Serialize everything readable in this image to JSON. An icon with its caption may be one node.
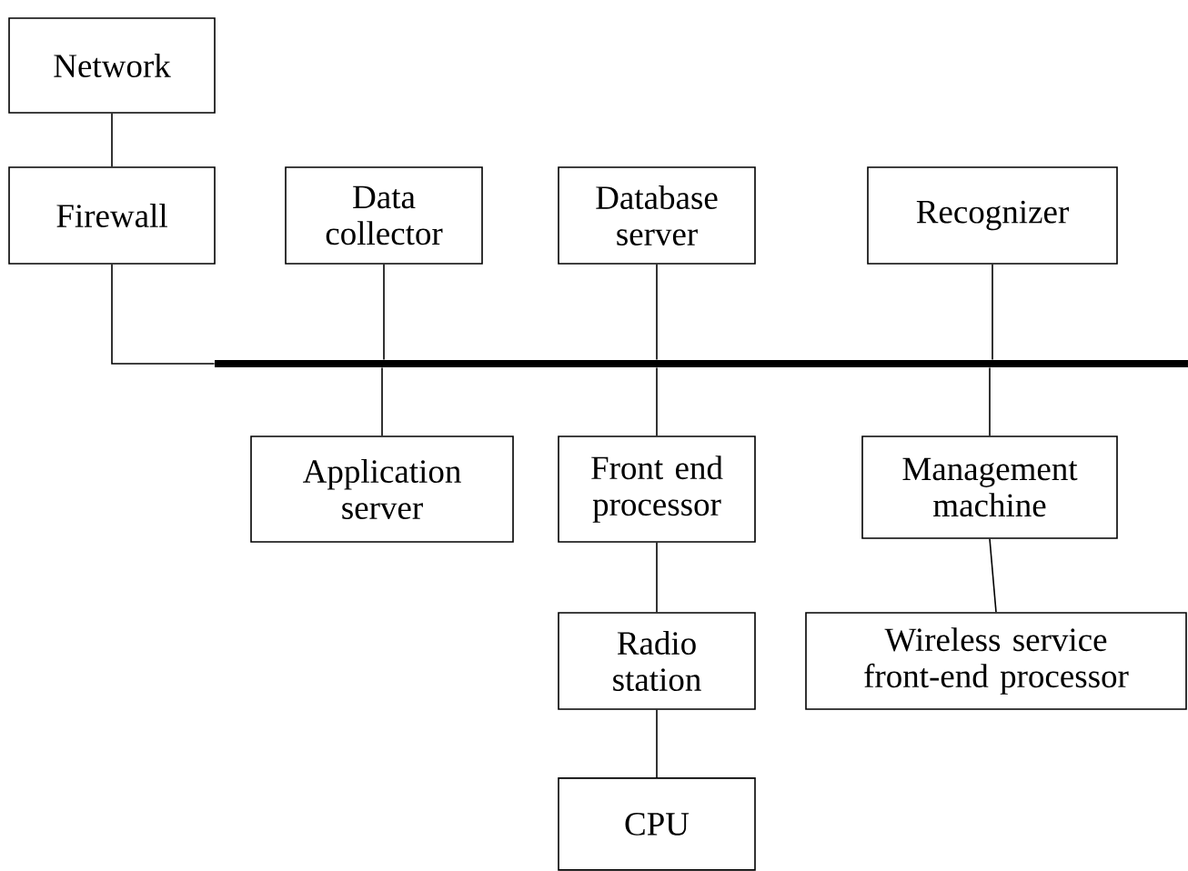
{
  "diagram": {
    "nodes": [
      {
        "text": [
          "Network"
        ]
      },
      {
        "text": [
          "Firewall"
        ]
      },
      {
        "text": [
          "Data collector"
        ]
      },
      {
        "text": [
          "Database server"
        ]
      },
      {
        "text": [
          "Recognizer"
        ]
      },
      {
        "text": [],
        "shape": "bar"
      },
      {
        "text": [
          "Application server"
        ]
      },
      {
        "text": [
          "Front end processor"
        ]
      },
      {
        "text": [
          "Management machine"
        ]
      },
      {
        "text": [
          "Radio station"
        ]
      },
      {
        "text": [
          "Wireless service front-end processor"
        ]
      },
      {
        "text": [
          "CPU"
        ]
      }
    ],
    "edges": [
      {
        "from": 0,
        "to": 1,
        "arrow": "none"
      },
      {
        "from": 1,
        "to": 5,
        "arrow": "none"
      },
      {
        "from": 2,
        "to": 5,
        "arrow": "none"
      },
      {
        "from": 3,
        "to": 5,
        "arrow": "none"
      },
      {
        "from": 4,
        "to": 5,
        "arrow": "none"
      },
      {
        "from": 5,
        "to": 6,
        "arrow": "none"
      },
      {
        "from": 5,
        "to": 7,
        "arrow": "none"
      },
      {
        "from": 5,
        "to": 8,
        "arrow": "none"
      },
      {
        "from": 7,
        "to": 9,
        "arrow": "none"
      },
      {
        "from": 9,
        "to": 11,
        "arrow": "none"
      },
      {
        "from": 8,
        "to": 10,
        "arrow": "none"
      }
    ]
  }
}
